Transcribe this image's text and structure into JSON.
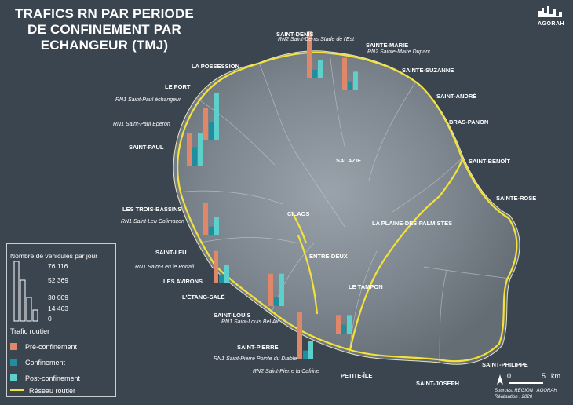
{
  "title": [
    "TRAFICS RN PAR PERIODE",
    "DE CONFINEMENT PAR",
    "ECHANGEUR (TMJ)"
  ],
  "logo_text": "AGORAH",
  "colors": {
    "pre": "#e0876a",
    "conf": "#1f8fa0",
    "post": "#5dd0cc",
    "road": "#f2e23a",
    "background": "#3b4550"
  },
  "places": [
    {
      "name": "SAINT-DENIS"
    },
    {
      "name": "SAINTE-MARIE"
    },
    {
      "name": "LA POSSESSION"
    },
    {
      "name": "SAINTE-SUZANNE"
    },
    {
      "name": "LE PORT"
    },
    {
      "name": "SAINT-ANDRÉ"
    },
    {
      "name": "BRAS-PANON"
    },
    {
      "name": "SAINT-PAUL"
    },
    {
      "name": "SALAZIE"
    },
    {
      "name": "SAINT-BENOÎT"
    },
    {
      "name": "SAINTE-ROSE"
    },
    {
      "name": "LES TROIS-BASSINS"
    },
    {
      "name": "CILAOS"
    },
    {
      "name": "LA PLAINE-DES-PALMISTES"
    },
    {
      "name": "SAINT-LEU"
    },
    {
      "name": "ENTRE-DEUX"
    },
    {
      "name": "LES AVIRONS"
    },
    {
      "name": "LE TAMPON"
    },
    {
      "name": "L'ÉTANG-SALÉ"
    },
    {
      "name": "SAINT-LOUIS"
    },
    {
      "name": "SAINT-PIERRE"
    },
    {
      "name": "SAINT-PHILIPPE"
    },
    {
      "name": "PETITE-ÎLE"
    },
    {
      "name": "SAINT-JOSEPH"
    }
  ],
  "interchanges": [
    {
      "label": "RN2 Saint-Denis Stade de l'Est",
      "values": [
        76116,
        14463,
        30009
      ]
    },
    {
      "label": "RN2 Sainte-Maire Duparc",
      "values": [
        52369,
        14463,
        30009
      ]
    },
    {
      "label": "RN1 Saint-Paul échangeur",
      "values": [
        52369,
        30009,
        76116
      ]
    },
    {
      "label": "RN1 Saint-Paul Eperon",
      "values": [
        52369,
        30009,
        52369
      ]
    },
    {
      "label": "RN1 Saint-Leu Colimaçon",
      "values": [
        52369,
        14463,
        30009
      ]
    },
    {
      "label": "RN1 Saint-Leu le Portail",
      "values": [
        52369,
        14463,
        30009
      ]
    },
    {
      "label": "RN1 Saint-Louis Bel Air",
      "values": [
        52369,
        14463,
        52369
      ]
    },
    {
      "label": "RN1 Saint-Pierre Pointe du Diable",
      "values": [
        76116,
        14463,
        30009
      ]
    },
    {
      "label": "RN2 Saint-Pierre la Cafrine",
      "values": [
        30009,
        14463,
        30009
      ]
    }
  ],
  "legend": {
    "title": "Nombre de véhicules par jour",
    "scale_values": [
      "76 116",
      "52 369",
      "30 009",
      "14 463",
      "0"
    ],
    "section": "Trafic routier",
    "items": [
      {
        "label": "Pré-confinement",
        "color": "#e0876a"
      },
      {
        "label": "Confinement",
        "color": "#1f8fa0"
      },
      {
        "label": "Post-confinement",
        "color": "#5dd0cc"
      },
      {
        "label": "Réseau routier",
        "color": "#f2e23a"
      }
    ]
  },
  "scale": {
    "start": "0",
    "end": "5",
    "unit": "km"
  },
  "sources": [
    "Sources: RÉGION | AGORAH",
    "Réalisation : 2020"
  ]
}
